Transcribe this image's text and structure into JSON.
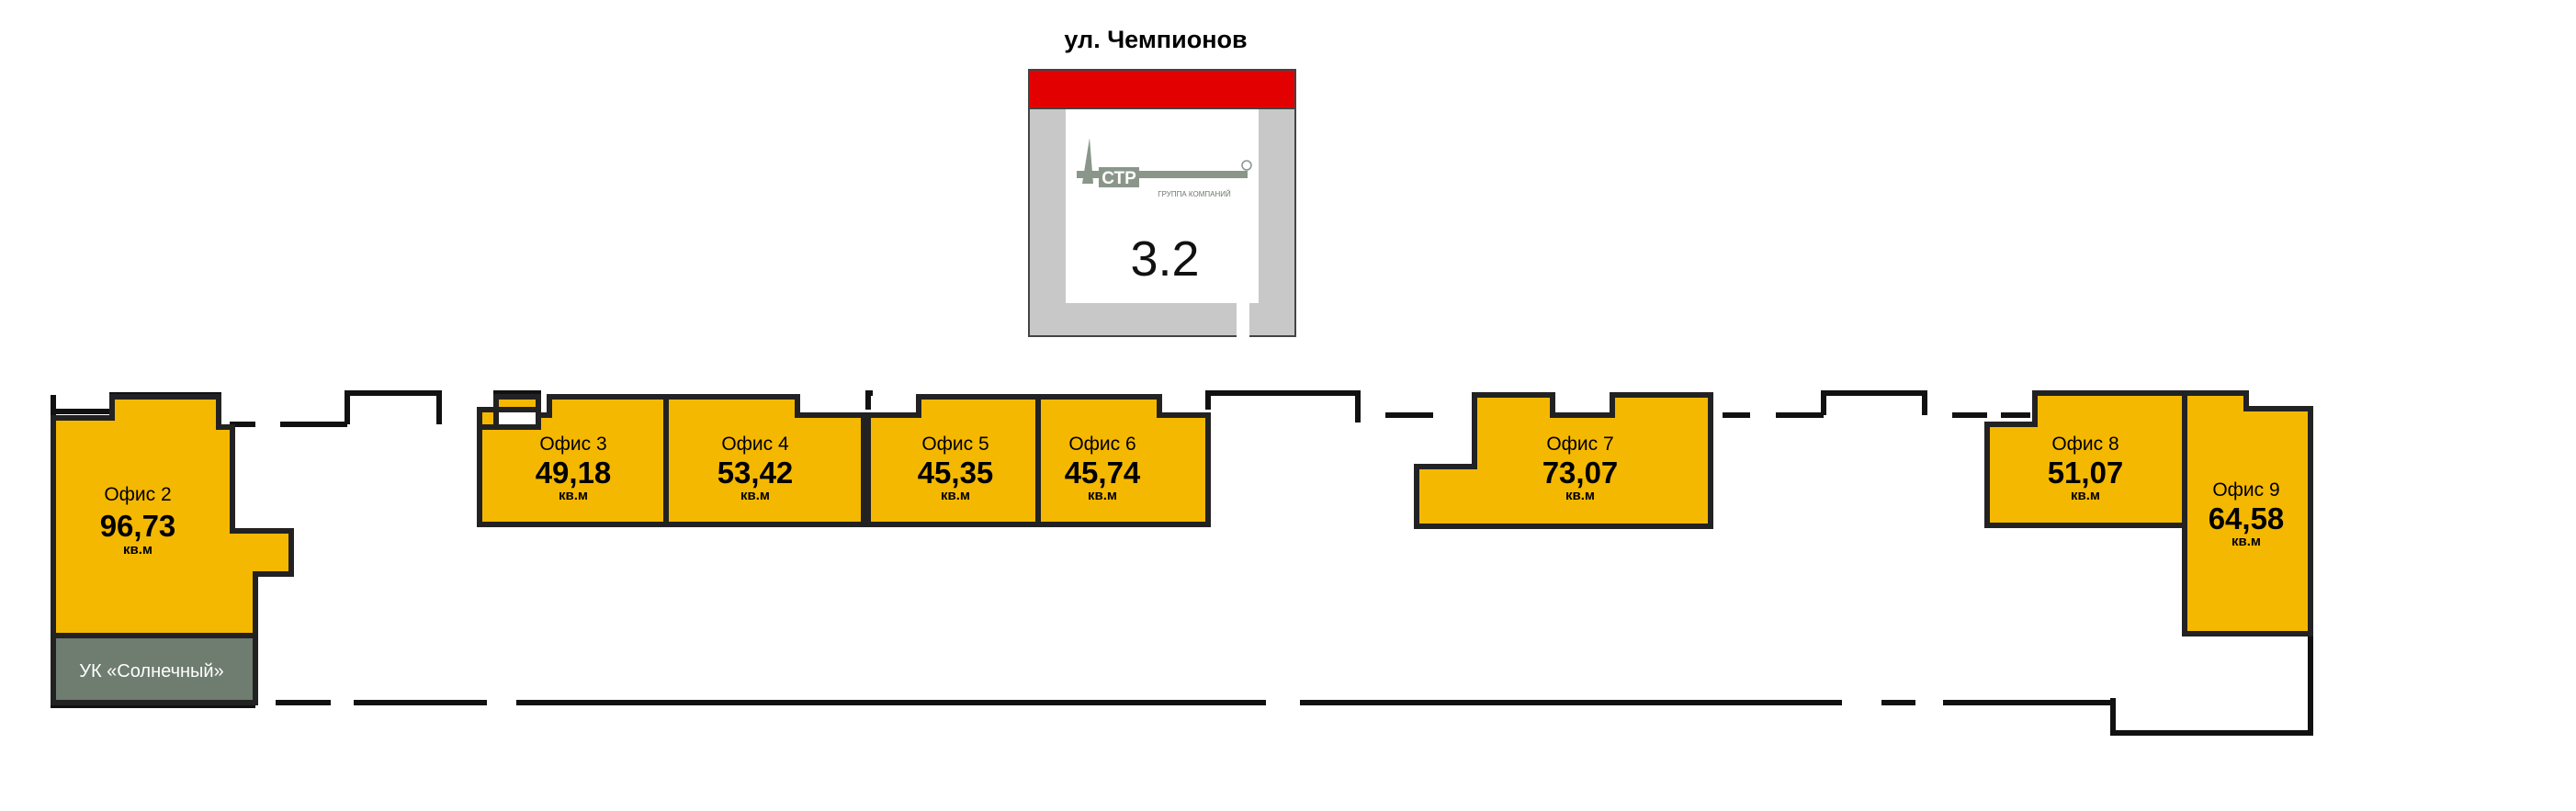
{
  "street_label": "ул. Чемпионов",
  "building": {
    "number": "3.2",
    "logo_text": "СТР",
    "logo_subtext": "ГРУППА КОМПАНИЙ",
    "accent_color": "#e30000",
    "wall_color": "#c8c8c8"
  },
  "offices": [
    {
      "name": "Офис 2",
      "area": "96,73",
      "unit": "кв.м"
    },
    {
      "name": "Офис 3",
      "area": "49,18",
      "unit": "кв.м"
    },
    {
      "name": "Офис 4",
      "area": "53,42",
      "unit": "кв.м"
    },
    {
      "name": "Офис 5",
      "area": "45,35",
      "unit": "кв.м"
    },
    {
      "name": "Офис 6",
      "area": "45,74",
      "unit": "кв.м"
    },
    {
      "name": "Офис 7",
      "area": "73,07",
      "unit": "кв.м"
    },
    {
      "name": "Офис 8",
      "area": "51,07",
      "unit": "кв.м"
    },
    {
      "name": "Офис 9",
      "area": "64,58",
      "unit": "кв.м"
    }
  ],
  "management": {
    "label": "УК «Солнечный»",
    "color": "#6f7c70"
  },
  "office_color": "#f5b800"
}
